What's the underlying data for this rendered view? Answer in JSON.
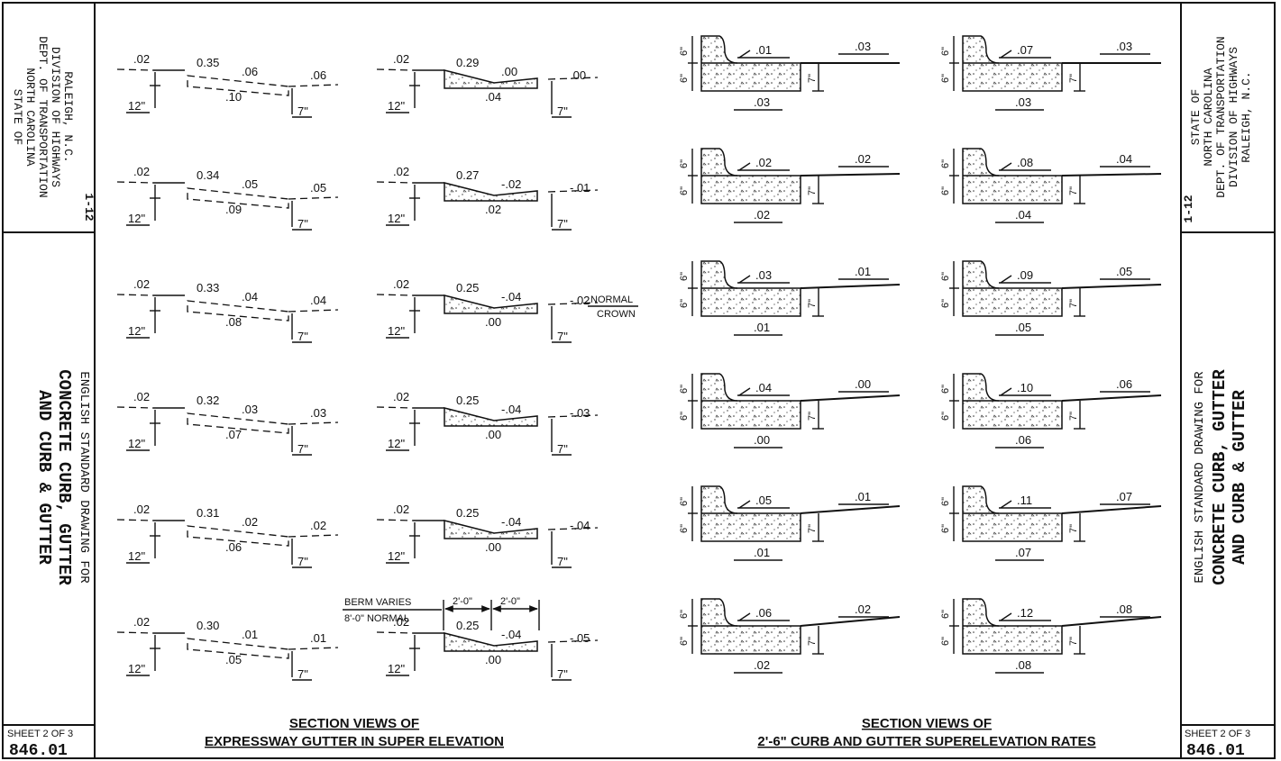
{
  "title_block": {
    "state": "STATE OF",
    "state_name": "NORTH CAROLINA",
    "dept": "DEPT. OF TRANSPORTATION",
    "division": "DIVISION OF HIGHWAYS",
    "city": "RALEIGH, N.C.",
    "revision": "1-12",
    "drawing_type": "ENGLISH STANDARD DRAWING FOR",
    "drawing_title_1": "CONCRETE CURB, GUTTER",
    "drawing_title_2": "AND CURB & GUTTER",
    "sheet": "SHEET 2 OF 3",
    "number": "846.01"
  },
  "expressway": {
    "heading_1": "SECTION VIEWS OF",
    "heading_2": "EXPRESSWAY GUTTER IN SUPER ELEVATION",
    "depth_left": "12\"",
    "depth_right": "7\"",
    "lip_slope": ".02",
    "col1": [
      {
        "width": "0.35",
        "top": ".06",
        "bottom": ".10",
        "road": ".06"
      },
      {
        "width": "0.34",
        "top": ".05",
        "bottom": ".09",
        "road": ".05"
      },
      {
        "width": "0.33",
        "top": ".04",
        "bottom": ".08",
        "road": ".04"
      },
      {
        "width": "0.32",
        "top": ".03",
        "bottom": ".07",
        "road": ".03"
      },
      {
        "width": "0.31",
        "top": ".02",
        "bottom": ".06",
        "road": ".02"
      },
      {
        "width": "0.30",
        "top": ".01",
        "bottom": ".05",
        "road": ".01"
      }
    ],
    "col2": [
      {
        "width": "0.29",
        "top": ".00",
        "bottom": ".04",
        "road": ".00"
      },
      {
        "width": "0.27",
        "top": "-.02",
        "bottom": ".02",
        "road": "-.01"
      },
      {
        "width": "0.25",
        "top": "-.04",
        "bottom": ".00",
        "road": "-.02"
      },
      {
        "width": "0.25",
        "top": "-.04",
        "bottom": ".00",
        "road": "-.03"
      },
      {
        "width": "0.25",
        "top": "-.04",
        "bottom": ".00",
        "road": "-.04"
      },
      {
        "width": "0.25",
        "top": "-.04",
        "bottom": ".00",
        "road": "-.05"
      }
    ],
    "normal_crown_1": "NORMAL",
    "normal_crown_2": "CROWN",
    "berm_1": "BERM VARIES",
    "berm_2": "8'-0\" NORMAL",
    "berm_dim": "2'-0\""
  },
  "curb": {
    "heading_1": "SECTION VIEWS OF",
    "heading_2": "2'-6\" CURB AND GUTTER SUPERELEVATION RATES",
    "dim_6": "6\"",
    "dim_7": "7\"",
    "col1": [
      {
        "top": ".01",
        "bottom": ".03",
        "road": ".03"
      },
      {
        "top": ".02",
        "bottom": ".02",
        "road": ".02"
      },
      {
        "top": ".03",
        "bottom": ".01",
        "road": ".01"
      },
      {
        "top": ".04",
        "bottom": ".00",
        "road": ".00"
      },
      {
        "top": ".05",
        "bottom": ".01",
        "road": ".01"
      },
      {
        "top": ".06",
        "bottom": ".02",
        "road": ".02"
      }
    ],
    "col2": [
      {
        "top": ".07",
        "bottom": ".03",
        "road": ".03"
      },
      {
        "top": ".08",
        "bottom": ".04",
        "road": ".04"
      },
      {
        "top": ".09",
        "bottom": ".05",
        "road": ".05"
      },
      {
        "top": ".10",
        "bottom": ".06",
        "road": ".06"
      },
      {
        "top": ".11",
        "bottom": ".07",
        "road": ".07"
      },
      {
        "top": ".12",
        "bottom": ".08",
        "road": ".08"
      }
    ]
  }
}
